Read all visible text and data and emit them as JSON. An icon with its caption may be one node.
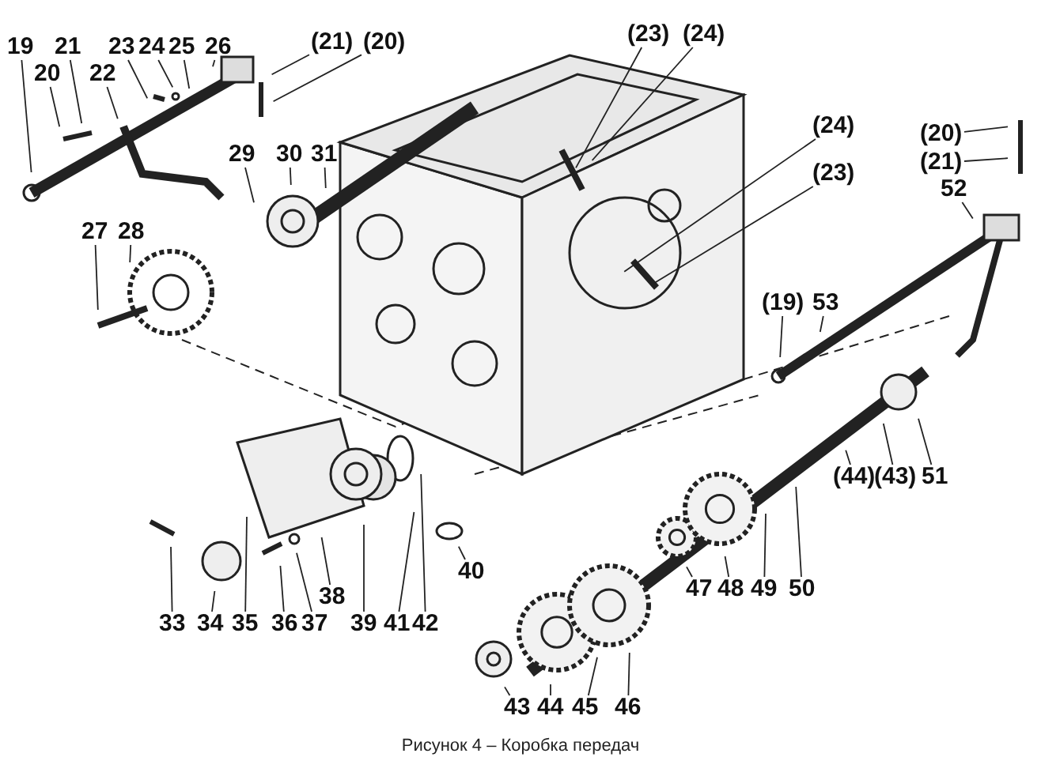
{
  "diagram": {
    "caption": "Рисунок 4 – Коробка передач",
    "nodes": [
      {
        "text": [
          "19"
        ]
      },
      {
        "text": [
          "21"
        ]
      },
      {
        "text": [
          "23"
        ]
      },
      {
        "text": [
          "24"
        ]
      },
      {
        "text": [
          "25"
        ]
      },
      {
        "text": [
          "26"
        ]
      },
      {
        "text": [
          "20"
        ]
      },
      {
        "text": [
          "22"
        ]
      },
      {
        "text": [
          "(21)"
        ]
      },
      {
        "text": [
          "(20)"
        ]
      },
      {
        "text": [
          "(23)"
        ]
      },
      {
        "text": [
          "(24)"
        ]
      },
      {
        "text": [
          "(24)"
        ]
      },
      {
        "text": [
          "(20)"
        ]
      },
      {
        "text": [
          "(23)"
        ]
      },
      {
        "text": [
          "(21)"
        ]
      },
      {
        "text": [
          "29"
        ]
      },
      {
        "text": [
          "30"
        ]
      },
      {
        "text": [
          "31"
        ]
      },
      {
        "text": [
          "52"
        ]
      },
      {
        "text": [
          "27"
        ]
      },
      {
        "text": [
          "28"
        ]
      },
      {
        "text": [
          "(19)"
        ]
      },
      {
        "text": [
          "53"
        ]
      },
      {
        "text": [
          "(44)"
        ]
      },
      {
        "text": [
          "(43)"
        ]
      },
      {
        "text": [
          "51"
        ]
      },
      {
        "text": [
          "40"
        ]
      },
      {
        "text": [
          "47"
        ]
      },
      {
        "text": [
          "48"
        ]
      },
      {
        "text": [
          "49"
        ]
      },
      {
        "text": [
          "50"
        ]
      },
      {
        "text": [
          "38"
        ]
      },
      {
        "text": [
          "33"
        ]
      },
      {
        "text": [
          "34"
        ]
      },
      {
        "text": [
          "35"
        ]
      },
      {
        "text": [
          "36"
        ]
      },
      {
        "text": [
          "37"
        ]
      },
      {
        "text": [
          "39"
        ]
      },
      {
        "text": [
          "41"
        ]
      },
      {
        "text": [
          "42"
        ]
      },
      {
        "text": [
          "43"
        ]
      },
      {
        "text": [
          "44"
        ]
      },
      {
        "text": [
          "45"
        ]
      },
      {
        "text": [
          "46"
        ]
      }
    ],
    "edges": [
      {
        "from": 0,
        "to": null,
        "arrow": "none"
      },
      {
        "from": 1,
        "to": null,
        "arrow": "none"
      },
      {
        "from": 2,
        "to": null,
        "arrow": "none"
      },
      {
        "from": 3,
        "to": null,
        "arrow": "none"
      },
      {
        "from": 4,
        "to": null,
        "arrow": "none"
      },
      {
        "from": 5,
        "to": null,
        "arrow": "none"
      },
      {
        "from": 6,
        "to": null,
        "arrow": "none"
      },
      {
        "from": 7,
        "to": null,
        "arrow": "none"
      },
      {
        "from": 8,
        "to": null,
        "arrow": "none"
      },
      {
        "from": 9,
        "to": null,
        "arrow": "none"
      },
      {
        "from": 10,
        "to": null,
        "arrow": "none"
      },
      {
        "from": 11,
        "to": null,
        "arrow": "none"
      },
      {
        "from": 12,
        "to": null,
        "arrow": "none"
      },
      {
        "from": 13,
        "to": null,
        "arrow": "none"
      },
      {
        "from": 14,
        "to": null,
        "arrow": "none"
      },
      {
        "from": 15,
        "to": null,
        "arrow": "none"
      },
      {
        "from": 16,
        "to": null,
        "arrow": "none"
      },
      {
        "from": 17,
        "to": null,
        "arrow": "none"
      },
      {
        "from": 18,
        "to": null,
        "arrow": "none"
      },
      {
        "from": 19,
        "to": null,
        "arrow": "none"
      },
      {
        "from": 20,
        "to": null,
        "arrow": "none"
      },
      {
        "from": 21,
        "to": null,
        "arrow": "none"
      },
      {
        "from": 22,
        "to": null,
        "arrow": "none"
      },
      {
        "from": 23,
        "to": null,
        "arrow": "none"
      },
      {
        "from": 24,
        "to": null,
        "arrow": "none"
      },
      {
        "from": 25,
        "to": null,
        "arrow": "none"
      },
      {
        "from": 26,
        "to": null,
        "arrow": "none"
      },
      {
        "from": 27,
        "to": null,
        "arrow": "none"
      },
      {
        "from": 28,
        "to": null,
        "arrow": "none"
      },
      {
        "from": 29,
        "to": null,
        "arrow": "none"
      },
      {
        "from": 30,
        "to": null,
        "arrow": "none"
      },
      {
        "from": 31,
        "to": null,
        "arrow": "none"
      },
      {
        "from": 32,
        "to": null,
        "arrow": "none"
      },
      {
        "from": 33,
        "to": null,
        "arrow": "none"
      },
      {
        "from": 34,
        "to": null,
        "arrow": "none"
      },
      {
        "from": 35,
        "to": null,
        "arrow": "none"
      },
      {
        "from": 36,
        "to": null,
        "arrow": "none"
      },
      {
        "from": 37,
        "to": null,
        "arrow": "none"
      },
      {
        "from": 38,
        "to": null,
        "arrow": "none"
      },
      {
        "from": 39,
        "to": null,
        "arrow": "none"
      },
      {
        "from": 40,
        "to": null,
        "arrow": "none"
      },
      {
        "from": 41,
        "to": null,
        "arrow": "none"
      },
      {
        "from": 42,
        "to": null,
        "arrow": "none"
      },
      {
        "from": 43,
        "to": null,
        "arrow": "none"
      },
      {
        "from": 44,
        "to": null,
        "arrow": "none"
      }
    ]
  }
}
